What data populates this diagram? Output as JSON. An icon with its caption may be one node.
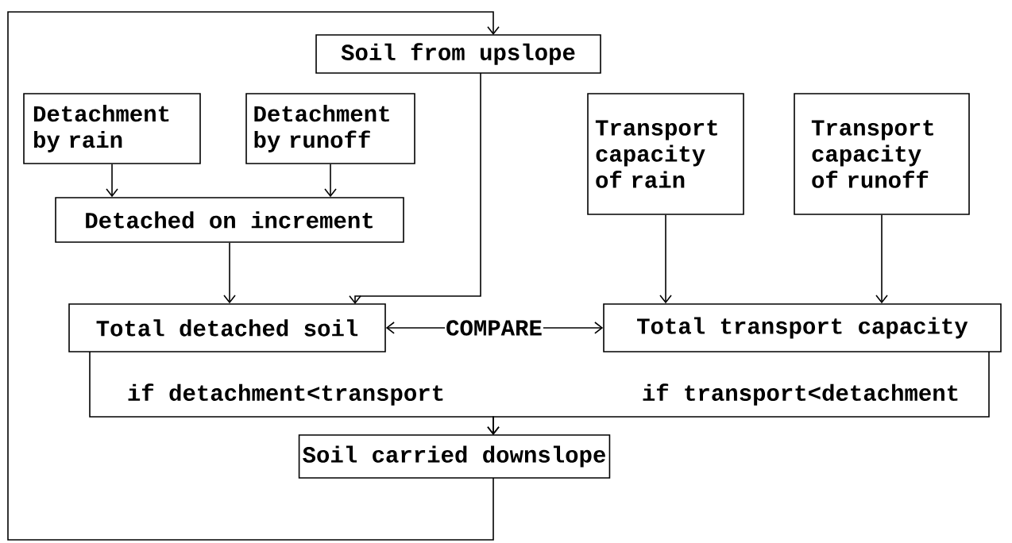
{
  "diagram": {
    "nodes": [
      {
        "text": [
          "Soil from upslope"
        ]
      },
      {
        "text": [
          "Detachment by rain"
        ]
      },
      {
        "text": [
          "Detachment by runoff"
        ]
      },
      {
        "text": [
          "Transport capacity of rain"
        ]
      },
      {
        "text": [
          "Transport capacity of runoff"
        ]
      },
      {
        "text": [
          "Detached on increment"
        ]
      },
      {
        "text": [
          "Total detached soil"
        ]
      },
      {
        "text": [
          "Total transport capacity"
        ]
      },
      {
        "text": [
          "Soil carried downslope"
        ]
      }
    ],
    "edges": [
      {
        "from": 1,
        "to": 5,
        "arrow": "to"
      },
      {
        "from": 2,
        "to": 5,
        "arrow": "to"
      },
      {
        "from": 5,
        "to": 6,
        "arrow": "to"
      },
      {
        "from": 0,
        "to": 6,
        "arrow": "to"
      },
      {
        "from": 3,
        "to": 7,
        "arrow": "to"
      },
      {
        "from": 4,
        "to": 7,
        "arrow": "to"
      },
      {
        "from": 6,
        "to": 7,
        "arrow": "both",
        "label": "COMPARE"
      },
      {
        "from": 6,
        "to": 8,
        "arrow": "to",
        "label": "if detachment<transport"
      },
      {
        "from": 7,
        "to": 8,
        "arrow": "to",
        "label": "if transport<detachment"
      },
      {
        "from": 8,
        "to": 0,
        "arrow": "to"
      }
    ]
  }
}
